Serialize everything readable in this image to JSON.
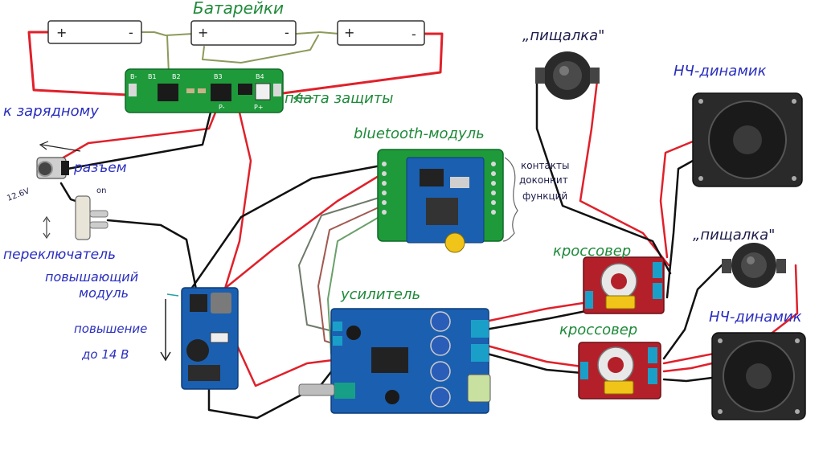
{
  "labels": {
    "batteries": "Батарейки",
    "protection_board": "плата защиты",
    "to_charger": "к зарядному",
    "connector": "разъем",
    "voltage_in": "12.6V",
    "switch_on": "on",
    "switch": "переключатель",
    "boost_module_line1": "повышающий",
    "boost_module_line2": "модуль",
    "boost_to_line1": "повышение",
    "boost_to_line2": "до 14 В",
    "bluetooth_module": "bluetooth-модуль",
    "extra_contacts_line1": "контакты",
    "extra_contacts_line2": "доконнит",
    "extra_contacts_line3": "функций",
    "amplifier": "усилитель",
    "tweeter_top": "„пищалка\"",
    "tweeter_bottom": "„пищалка\"",
    "woofer_top": "НЧ-динамик",
    "woofer_bottom": "НЧ-динамик",
    "crossover_top": "кроссовер",
    "crossover_bottom": "кроссовер"
  },
  "battery_terminals": {
    "plus": "+",
    "minus": "-"
  },
  "pcb_marks": {
    "b_minus": "B-",
    "b1": "B1",
    "b2": "B2",
    "b3": "B3",
    "b4": "B4",
    "p_minus": "P-",
    "p_plus": "P+"
  },
  "colors": {
    "wire_red": "#e0202a",
    "wire_black": "#111111",
    "pcb_green": "#1f9a3b",
    "pcb_blue": "#1b5fb0",
    "pcb_red": "#b3202a",
    "label_green": "#1f8a3a",
    "label_blue": "#2a2fbf"
  }
}
